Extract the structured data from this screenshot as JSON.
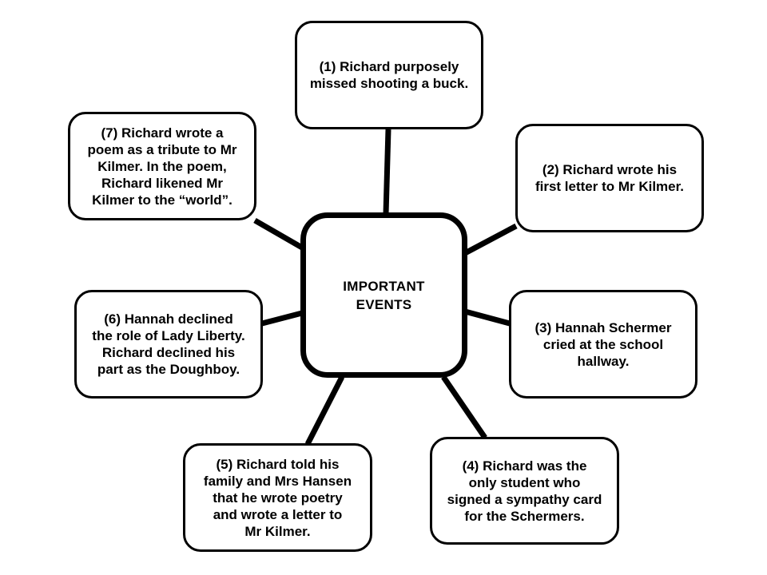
{
  "center": {
    "label": "IMPORTANT\nEVENTS"
  },
  "events": [
    {
      "text": "(1) Richard purposely\nmissed shooting a buck."
    },
    {
      "text": "(2) Richard wrote his\nfirst letter to Mr Kilmer."
    },
    {
      "text": "(3) Hannah Schermer\ncried at the school\nhallway."
    },
    {
      "text": "(4) Richard was the\nonly student who\nsigned a sympathy card\nfor the Schermers."
    },
    {
      "text": "(5) Richard told his\nfamily and Mrs Hansen\nthat he wrote poetry\nand wrote a letter to\nMr Kilmer."
    },
    {
      "text": "(6) Hannah declined\nthe role of Lady Liberty.\nRichard declined his\npart as the Doughboy."
    },
    {
      "text": "(7) Richard wrote a\npoem as a tribute to Mr\nKilmer. In the poem,\nRichard likened Mr\nKilmer to the “world”."
    }
  ]
}
